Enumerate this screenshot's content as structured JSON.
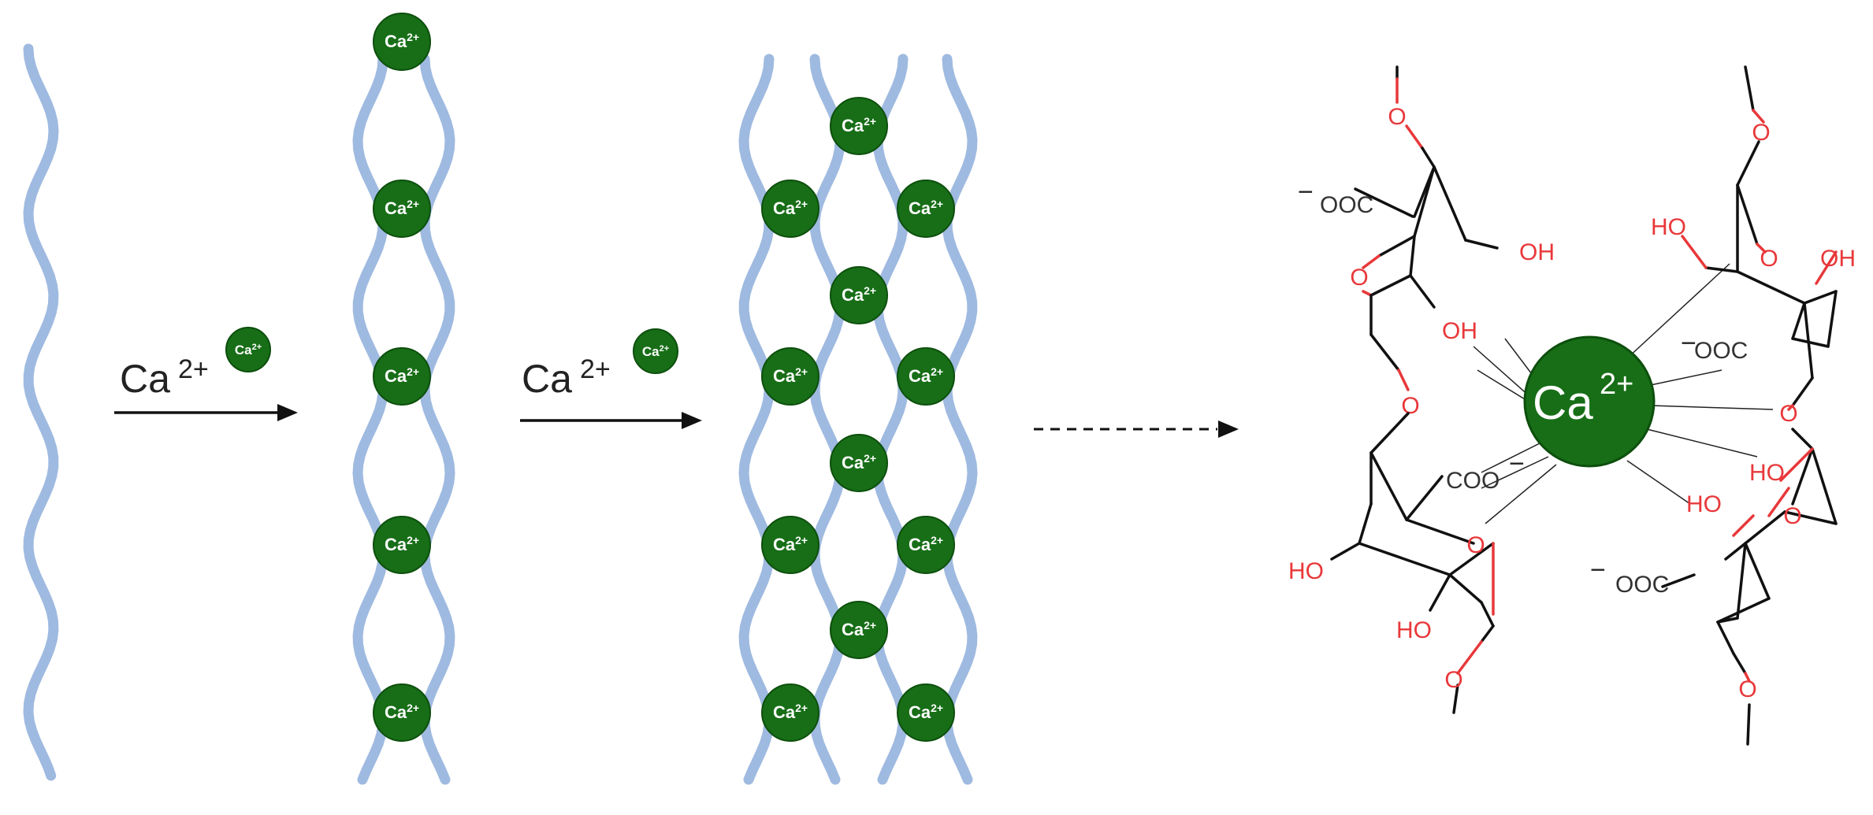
{
  "ion_label": "Ca2+",
  "ion_symbol": "Ca",
  "ion_charge": "2+",
  "steps": [
    {
      "symbol": "Ca",
      "charge": "2+"
    },
    {
      "symbol": "Ca",
      "charge": "2+"
    }
  ],
  "structure": {
    "oxygen": "O",
    "hydroxyl": "OH",
    "hydroxyl_left": "HO",
    "carboxylate": "OOC",
    "carboxylate_right": "COO",
    "minus": "−"
  },
  "colors": {
    "chain": "#9fbae0",
    "ion": "#176e17",
    "oxygen": "#e8383a",
    "bond": "#111111"
  }
}
